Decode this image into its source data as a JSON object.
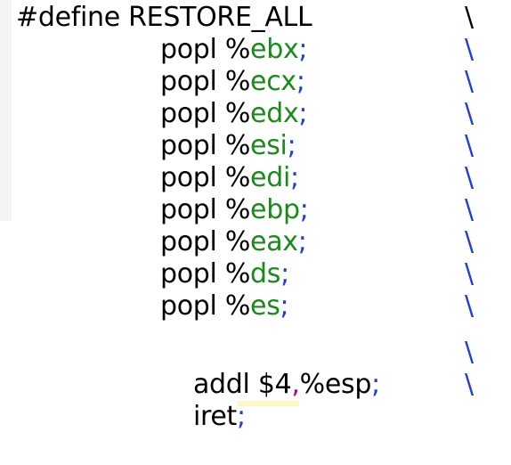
{
  "colors": {
    "keyword": "#000000",
    "register": "#1a8a1a",
    "punctuation": "#1f3fd1",
    "comma": "#c0007a",
    "continuation_first": "#000000",
    "continuation": "#1f3fd1",
    "gutter": "#f3f3f3",
    "current_line_highlight": "#fff7c2"
  },
  "code": {
    "define_line": {
      "directive": "#define RESTORE_ALL",
      "continuation": "\\"
    },
    "lines": [
      {
        "instr": "popl",
        "operand": "%ebx",
        "semicolon": ";",
        "continuation": "\\"
      },
      {
        "instr": "popl",
        "operand": "%ecx",
        "semicolon": ";",
        "continuation": "\\"
      },
      {
        "instr": "popl",
        "operand": "%edx",
        "semicolon": ";",
        "continuation": "\\"
      },
      {
        "instr": "popl",
        "operand": "%esi",
        "semicolon": ";",
        "continuation": "\\"
      },
      {
        "instr": "popl",
        "operand": "%edi",
        "semicolon": ";",
        "continuation": "\\"
      },
      {
        "instr": "popl",
        "operand": "%ebp",
        "semicolon": ";",
        "continuation": "\\"
      },
      {
        "instr": "popl",
        "operand": "%eax",
        "semicolon": ";",
        "continuation": "\\"
      },
      {
        "instr": "popl",
        "operand": "%ds",
        "semicolon": ";",
        "continuation": "\\"
      },
      {
        "instr": "popl",
        "operand": "%es",
        "semicolon": ";",
        "continuation": "\\"
      }
    ],
    "addl_line": {
      "instr": "addl",
      "immediate": "$4",
      "comma": ",",
      "operand": "%esp",
      "semicolon": ";",
      "continuation": "\\"
    },
    "iret_line": {
      "instr": "iret",
      "semicolon": ";",
      "continuation": "\\"
    }
  }
}
